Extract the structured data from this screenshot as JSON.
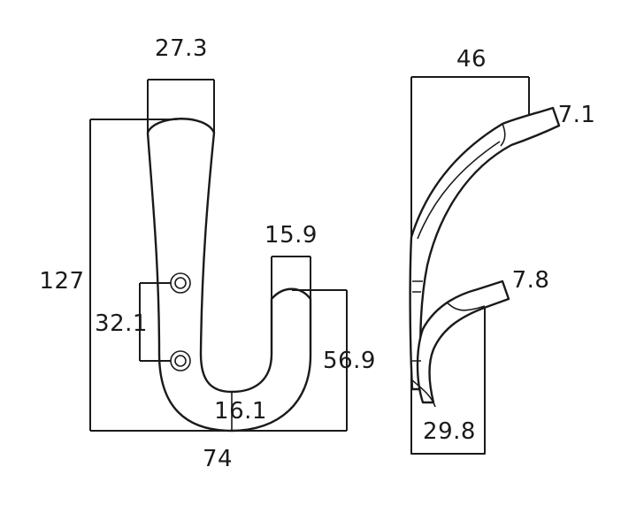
{
  "dimensions": {
    "front_top_width": "27.3",
    "front_total_height": "127",
    "screw_spacing": "32.1",
    "front_right_width": "15.9",
    "front_right_height": "56.9",
    "front_bottom_thickness": "16.1",
    "front_total_width": "74",
    "side_total_width": "46",
    "side_upper_tip": "7.1",
    "side_lower_tip": "7.8",
    "side_lower_width": "29.8"
  }
}
